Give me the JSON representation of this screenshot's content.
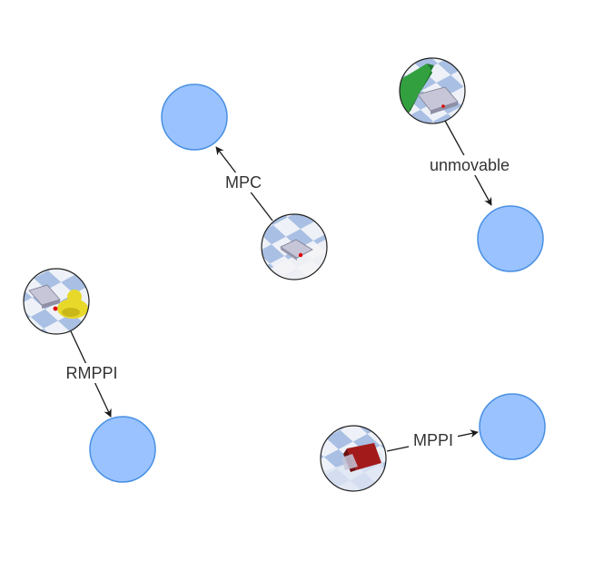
{
  "colors": {
    "target_fill": "#99c2ff",
    "target_stroke": "#4a90e2",
    "edge": "#1a1a1a",
    "sim_floor_light": "#eef2f8",
    "sim_floor_dark": "#a9bfe3",
    "sim_block": "#c6c6d8",
    "duck": "#e8d82a",
    "wall": "#33a040",
    "cube": "#a31a1a",
    "contact": "#e00000"
  },
  "edges": [
    {
      "id": "mpc",
      "label": "MPC"
    },
    {
      "id": "unmovable",
      "label": "unmovable"
    },
    {
      "id": "rmppi",
      "label": "RMPPI"
    },
    {
      "id": "mppi",
      "label": "MPPI"
    }
  ],
  "thumbnails": [
    {
      "id": "mpc",
      "icon": "push-block-sim-icon"
    },
    {
      "id": "unmovable",
      "icon": "wall-block-sim-icon"
    },
    {
      "id": "rmppi",
      "icon": "duck-block-sim-icon"
    },
    {
      "id": "mppi",
      "icon": "cube-sim-icon"
    }
  ]
}
